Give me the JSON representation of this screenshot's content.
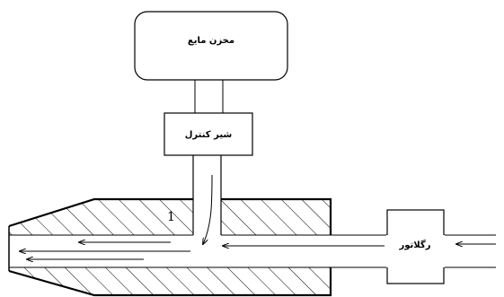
{
  "labels": {
    "tank": "مخزن مایع",
    "valve": "شیر کنترل",
    "regulator": "رگلاتور",
    "point": "1"
  }
}
